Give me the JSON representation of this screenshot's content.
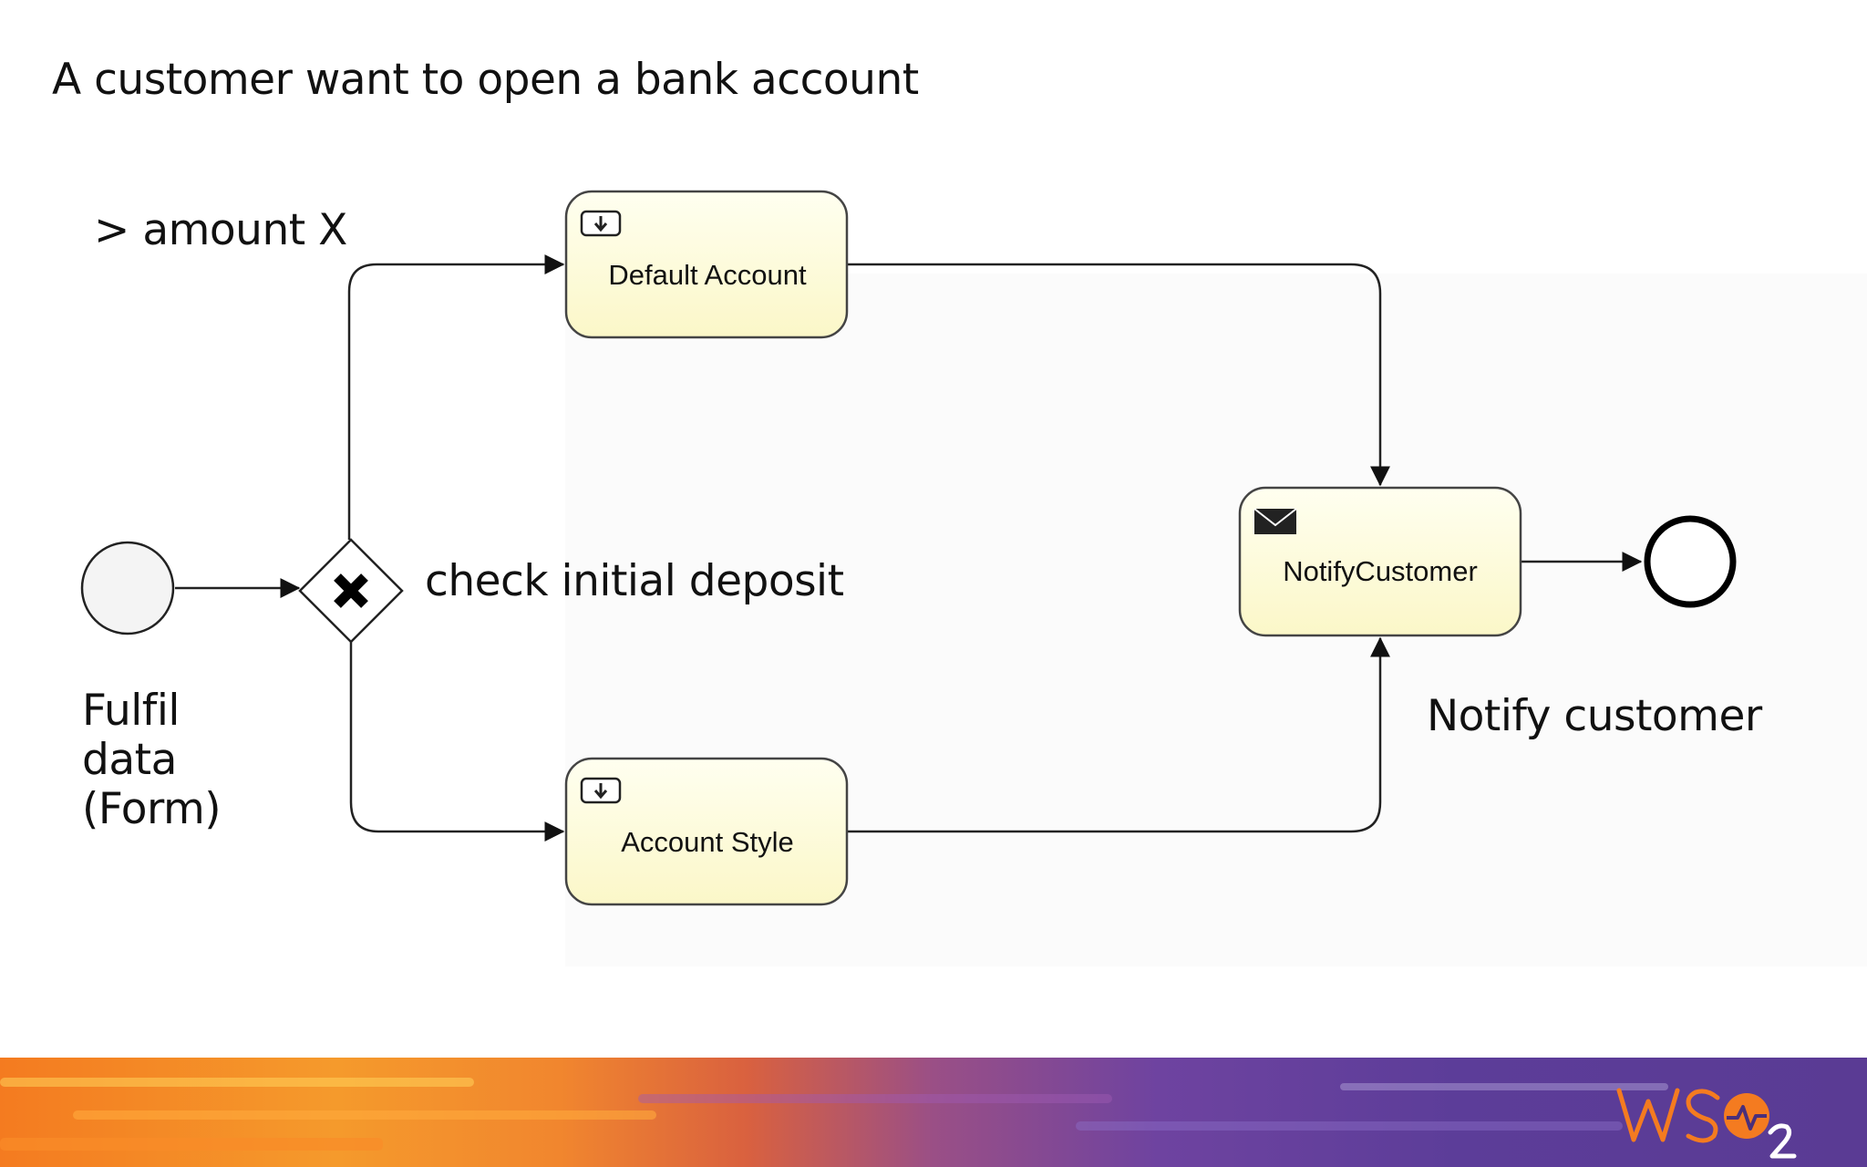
{
  "title": "A customer want to open a bank account",
  "annotations": {
    "amount": "> amount X",
    "gateway": "check initial deposit",
    "start_l1": "Fulfil",
    "start_l2": "data",
    "start_l3": "(Form)",
    "notify": "Notify customer"
  },
  "tasks": {
    "default_account": "Default Account",
    "account_style": "Account Style",
    "notify_customer": "NotifyCustomer"
  },
  "logo": {
    "text": "WSO2",
    "colors": {
      "brand_orange": "#f47b20",
      "brand_purple": "#5a3b94"
    }
  }
}
